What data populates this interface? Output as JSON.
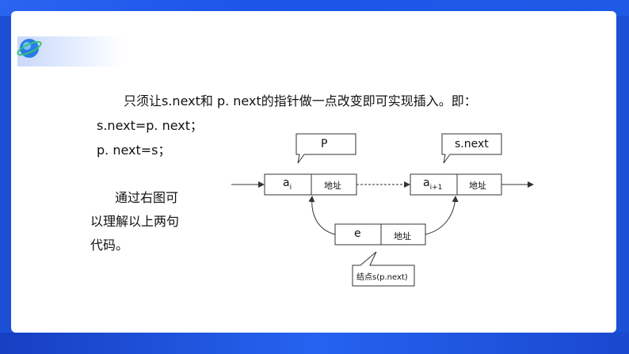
{
  "paragraph": {
    "line1": "只须让s.next和 p. next的指针做一点改变即可实现插入。即：",
    "line2": "s.next=p. next；",
    "line3": "p. next=s；"
  },
  "side_note": {
    "line1": "通过右图可",
    "line2": "以理解以上两句",
    "line3": "代码。"
  },
  "diagram": {
    "callout_p": "P",
    "callout_snext": "s.next",
    "node_a": {
      "main": "a",
      "sub": "i",
      "addr": "地址"
    },
    "node_b": {
      "main": "a",
      "sub": "i+1",
      "addr": "地址"
    },
    "node_e": {
      "main": "e",
      "addr": "地址"
    },
    "callout_s": "结点s(p.next)"
  }
}
